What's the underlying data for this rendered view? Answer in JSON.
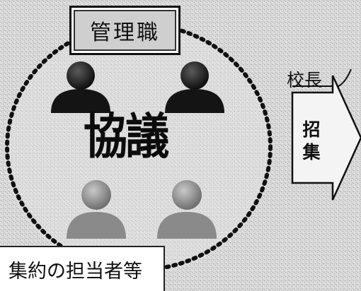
{
  "diagram": {
    "management_label": "管理職",
    "center_label": "協議",
    "principal_label": "校長",
    "arrow_label_chars": [
      "招",
      "集"
    ],
    "aggregation_label": "集約の担当者等",
    "people": [
      {
        "role": "management",
        "shade": "dark"
      },
      {
        "role": "management",
        "shade": "dark"
      },
      {
        "role": "staff",
        "shade": "light"
      },
      {
        "role": "staff",
        "shade": "light"
      }
    ],
    "colors": {
      "dark_person": "#141414",
      "light_person": "#8a8a8a",
      "circle_dots": "#111111",
      "background": "#d4d4d4"
    }
  }
}
